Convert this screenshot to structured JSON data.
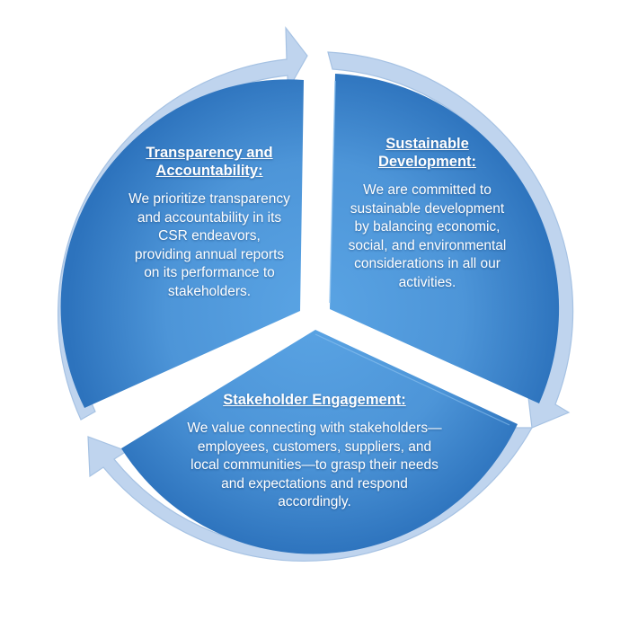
{
  "segments": {
    "sustainable": {
      "title": "Sustainable Development",
      "title_suffix": ":",
      "body": "We are committed to sustainable development by balancing economic, social, and environmental considerations in all our activities."
    },
    "stakeholder": {
      "title": "Stakeholder Engagement:",
      "body": "We value connecting with stakeholders—employees, customers, suppliers, and local communities—to grasp their needs and expectations and respond accordingly."
    },
    "transparency": {
      "title": "Transparency and Accountability",
      "title_suffix": ":",
      "body": "We prioritize transparency and accountability in its CSR endeavors, providing annual reports on its performance to stakeholders."
    }
  },
  "colors": {
    "segment_light": "#5aa4e4",
    "segment_dark": "#2d73bd",
    "arrow_fill": "#bfd4ee",
    "arrow_edge": "#a6c2e3",
    "text": "#ffffff"
  }
}
